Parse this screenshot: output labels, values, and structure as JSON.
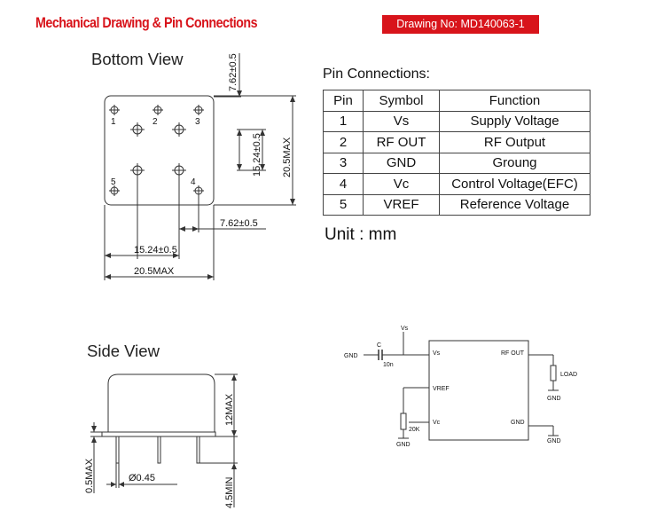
{
  "header": {
    "title": "Mechanical Drawing & Pin Connections",
    "drawing_no": "Drawing No: MD140063-1",
    "title_color": "#d8141b"
  },
  "bottom_view": {
    "title": "Bottom View",
    "pin_labels": [
      "1",
      "2",
      "3",
      "4",
      "5"
    ],
    "dim_top_762": "7.62±0.5",
    "dim_1524_vert": "15.24±0.5",
    "dim_205_vert": "20.5MAX",
    "dim_762_horiz": "7.62±0.5",
    "dim_1524_horiz": "15.24±0.5",
    "dim_205_horiz": "20.5MAX"
  },
  "pin_connections": {
    "heading": "Pin Connections:",
    "columns": [
      "Pin",
      "Symbol",
      "Function"
    ],
    "rows": [
      {
        "pin": "1",
        "symbol": "Vs",
        "function": "Supply Voltage"
      },
      {
        "pin": "2",
        "symbol": "RF OUT",
        "function": "RF Output"
      },
      {
        "pin": "3",
        "symbol": "GND",
        "function": "Groung"
      },
      {
        "pin": "4",
        "symbol": "Vc",
        "function": "Control Voltage(EFC)"
      },
      {
        "pin": "5",
        "symbol": "VREF",
        "function": "Reference Voltage"
      }
    ],
    "unit": "Unit :  mm"
  },
  "side_view": {
    "title": "Side View",
    "dim_height": "12MAX",
    "dim_pin_dia": "Ø0.45",
    "dim_flange": "0.5MAX",
    "dim_lead": "4.5MIN"
  },
  "circuit": {
    "vs_top": "Vs",
    "gnd_left": "GND",
    "cap_c": "C",
    "cap_value": "10n",
    "pin_vs": "Vs",
    "pin_rfout": "RF OUT",
    "pin_vref": "VREF",
    "pin_vc": "Vc",
    "pin_gnd": "GND",
    "load": "LOAD",
    "gnd_load": "GND",
    "gnd_right": "GND",
    "pot_value": "20K",
    "gnd_pot": "GND"
  }
}
